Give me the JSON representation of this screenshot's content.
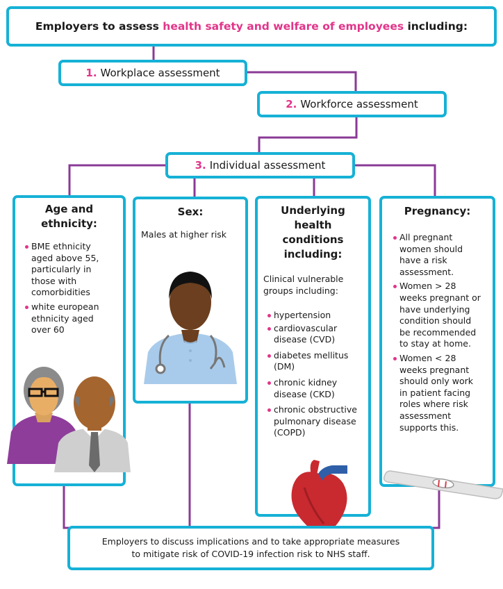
{
  "header": {
    "prefix": "Employers to assess ",
    "highlight": "health safety and welfare of employees",
    "suffix": " including:"
  },
  "steps": [
    {
      "num": "1.",
      "label": "Workplace assessment"
    },
    {
      "num": "2.",
      "label": "Workforce assessment"
    },
    {
      "num": "3.",
      "label": "Individual assessment"
    }
  ],
  "columns": {
    "age": {
      "heading": "Age and ethnicity:",
      "bullets": [
        "BME ethnicity aged above 55, particularly in those with comorbidities",
        "white european ethnicity aged over 60"
      ]
    },
    "sex": {
      "heading": "Sex:",
      "text": "Males at higher risk"
    },
    "conditions": {
      "heading": "Underlying health conditions including:",
      "intro": "Clinical vulnerable groups including:",
      "bullets": [
        "hypertension",
        "cardiovascular disease (CVD)",
        "diabetes mellitus (DM)",
        "chronic kidney disease (CKD)",
        "chronic obstructive pulmonary disease (COPD)"
      ]
    },
    "pregnancy": {
      "heading": "Pregnancy:",
      "bullets": [
        "All pregnant women should have a risk assessment.",
        "Women > 28 weeks pregnant or have underlying condition should be recommended to stay at home.",
        "Women < 28 weeks pregnant should only work in patient facing roles where risk assessment supports this."
      ]
    }
  },
  "footer": {
    "text": "Employers to discuss implications and to take appropriate measures to mitigate risk of COVID-19 infection risk to NHS staff."
  },
  "colors": {
    "box_border": "#16b1d6",
    "highlight": "#e1358a",
    "connector": "#8a3a96"
  },
  "icons": [
    "older-couple-illustration",
    "male-doctor-illustration",
    "heart-illustration",
    "pregnancy-test-illustration"
  ]
}
